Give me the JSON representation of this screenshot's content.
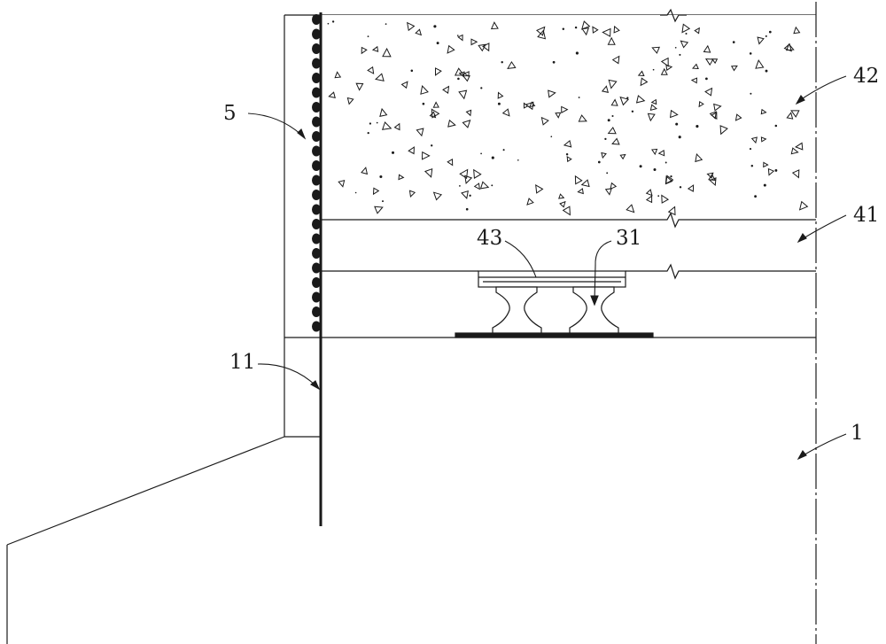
{
  "figure": {
    "reference_labels": {
      "item_5": "5",
      "item_42": "42",
      "item_41": "41",
      "item_43": "43",
      "item_31": "31",
      "item_11": "11",
      "item_1": "1"
    },
    "colors": {
      "line": "#1a1a1a",
      "background": "#ffffff"
    }
  }
}
